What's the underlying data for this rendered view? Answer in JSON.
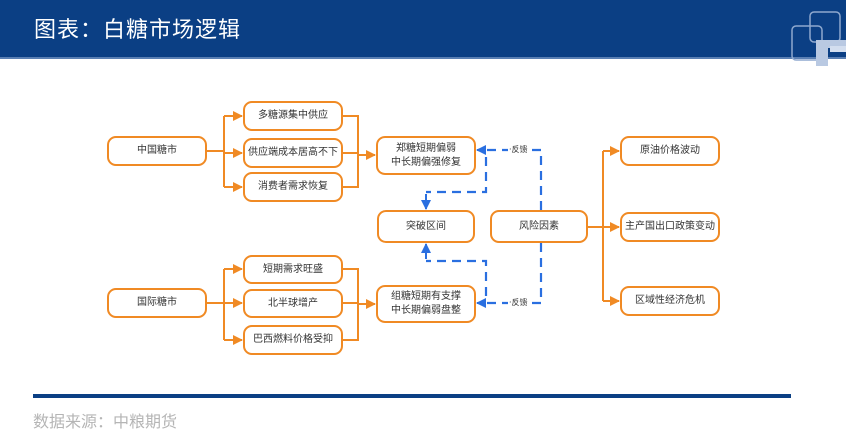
{
  "header": {
    "title": "图表：白糖市场逻辑",
    "logo_icon": "company-logo-icon"
  },
  "diagram": {
    "china_market": "中国糖市",
    "china_factors": [
      "多糖源集中供应",
      "供应端成本居高不下",
      "消费者需求恢复"
    ],
    "china_outcome": [
      "郑糖短期偏弱",
      "中长期偏强修复"
    ],
    "international_market": "国际糖市",
    "international_factors": [
      "短期需求旺盛",
      "北半球增产",
      "巴西燃料价格受抑"
    ],
    "international_outcome": [
      "组糖短期有支撑",
      "中长期偏弱盘整"
    ],
    "breakout": "突破区间",
    "risk_factors": "风险因素",
    "risk_items": [
      "原油价格波动",
      "主产国出口政策变动",
      "区域性经济危机"
    ],
    "feedback_label_top": "·反馈",
    "feedback_label_bottom": "·反馈"
  },
  "colors": {
    "header_bg": "#0b3f84",
    "box_border": "#f08a24",
    "feedback_line": "#2a6fe0",
    "source_text": "#b5b5b5"
  },
  "footer": {
    "source": "数据来源：中粮期货"
  }
}
